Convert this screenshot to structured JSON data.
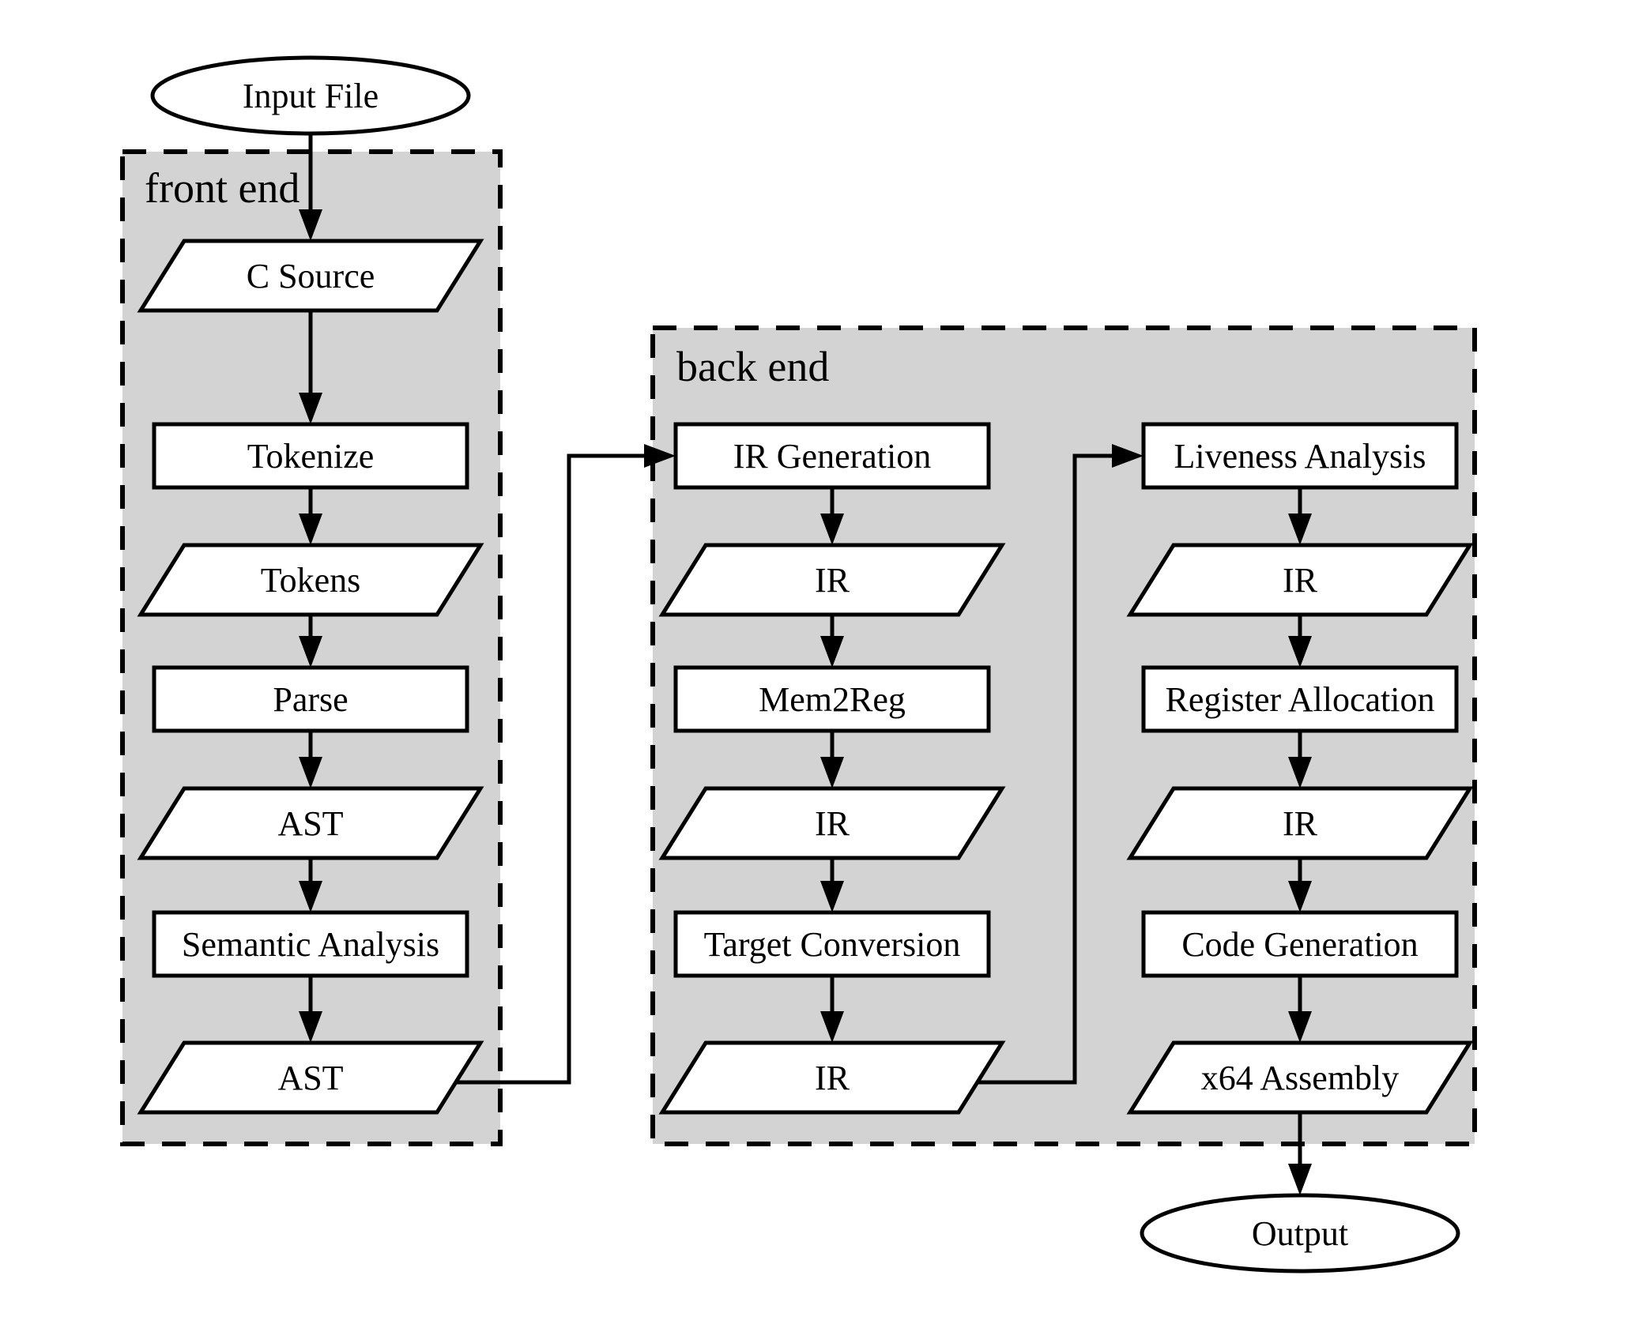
{
  "diagram_title": "compiler pipeline flowchart",
  "clusters": {
    "front_end": {
      "label": "front end"
    },
    "back_end": {
      "label": "back end"
    }
  },
  "nodes": {
    "input_file": {
      "label": "Input File",
      "shape": "ellipse",
      "cluster": null
    },
    "c_source": {
      "label": "C Source",
      "shape": "parallelogram",
      "cluster": "front_end"
    },
    "tokenize": {
      "label": "Tokenize",
      "shape": "rectangle",
      "cluster": "front_end"
    },
    "tokens": {
      "label": "Tokens",
      "shape": "parallelogram",
      "cluster": "front_end"
    },
    "parse": {
      "label": "Parse",
      "shape": "rectangle",
      "cluster": "front_end"
    },
    "ast_1": {
      "label": "AST",
      "shape": "parallelogram",
      "cluster": "front_end"
    },
    "semantic_analysis": {
      "label": "Semantic Analysis",
      "shape": "rectangle",
      "cluster": "front_end"
    },
    "ast_2": {
      "label": "AST",
      "shape": "parallelogram",
      "cluster": "front_end"
    },
    "ir_generation": {
      "label": "IR Generation",
      "shape": "rectangle",
      "cluster": "back_end"
    },
    "ir_1": {
      "label": "IR",
      "shape": "parallelogram",
      "cluster": "back_end"
    },
    "mem2reg": {
      "label": "Mem2Reg",
      "shape": "rectangle",
      "cluster": "back_end"
    },
    "ir_2": {
      "label": "IR",
      "shape": "parallelogram",
      "cluster": "back_end"
    },
    "target_conversion": {
      "label": "Target Conversion",
      "shape": "rectangle",
      "cluster": "back_end"
    },
    "ir_3": {
      "label": "IR",
      "shape": "parallelogram",
      "cluster": "back_end"
    },
    "liveness_analysis": {
      "label": "Liveness Analysis",
      "shape": "rectangle",
      "cluster": "back_end"
    },
    "ir_4": {
      "label": "IR",
      "shape": "parallelogram",
      "cluster": "back_end"
    },
    "register_allocation": {
      "label": "Register Allocation",
      "shape": "rectangle",
      "cluster": "back_end"
    },
    "ir_5": {
      "label": "IR",
      "shape": "parallelogram",
      "cluster": "back_end"
    },
    "code_generation": {
      "label": "Code Generation",
      "shape": "rectangle",
      "cluster": "back_end"
    },
    "x64_assembly": {
      "label": "x64 Assembly",
      "shape": "parallelogram",
      "cluster": "back_end"
    },
    "output": {
      "label": "Output",
      "shape": "ellipse",
      "cluster": null
    }
  },
  "edges": [
    {
      "from": "input_file",
      "to": "c_source"
    },
    {
      "from": "c_source",
      "to": "tokenize"
    },
    {
      "from": "tokenize",
      "to": "tokens"
    },
    {
      "from": "tokens",
      "to": "parse"
    },
    {
      "from": "parse",
      "to": "ast_1"
    },
    {
      "from": "ast_1",
      "to": "semantic_analysis"
    },
    {
      "from": "semantic_analysis",
      "to": "ast_2"
    },
    {
      "from": "ast_2",
      "to": "ir_generation"
    },
    {
      "from": "ir_generation",
      "to": "ir_1"
    },
    {
      "from": "ir_1",
      "to": "mem2reg"
    },
    {
      "from": "mem2reg",
      "to": "ir_2"
    },
    {
      "from": "ir_2",
      "to": "target_conversion"
    },
    {
      "from": "target_conversion",
      "to": "ir_3"
    },
    {
      "from": "ir_3",
      "to": "liveness_analysis"
    },
    {
      "from": "liveness_analysis",
      "to": "ir_4"
    },
    {
      "from": "ir_4",
      "to": "register_allocation"
    },
    {
      "from": "register_allocation",
      "to": "ir_5"
    },
    {
      "from": "ir_5",
      "to": "code_generation"
    },
    {
      "from": "code_generation",
      "to": "x64_assembly"
    },
    {
      "from": "x64_assembly",
      "to": "output"
    }
  ],
  "colors": {
    "cluster_fill": "#d3d3d3",
    "node_fill": "#ffffff",
    "stroke": "#000000",
    "background": "#ffffff"
  }
}
